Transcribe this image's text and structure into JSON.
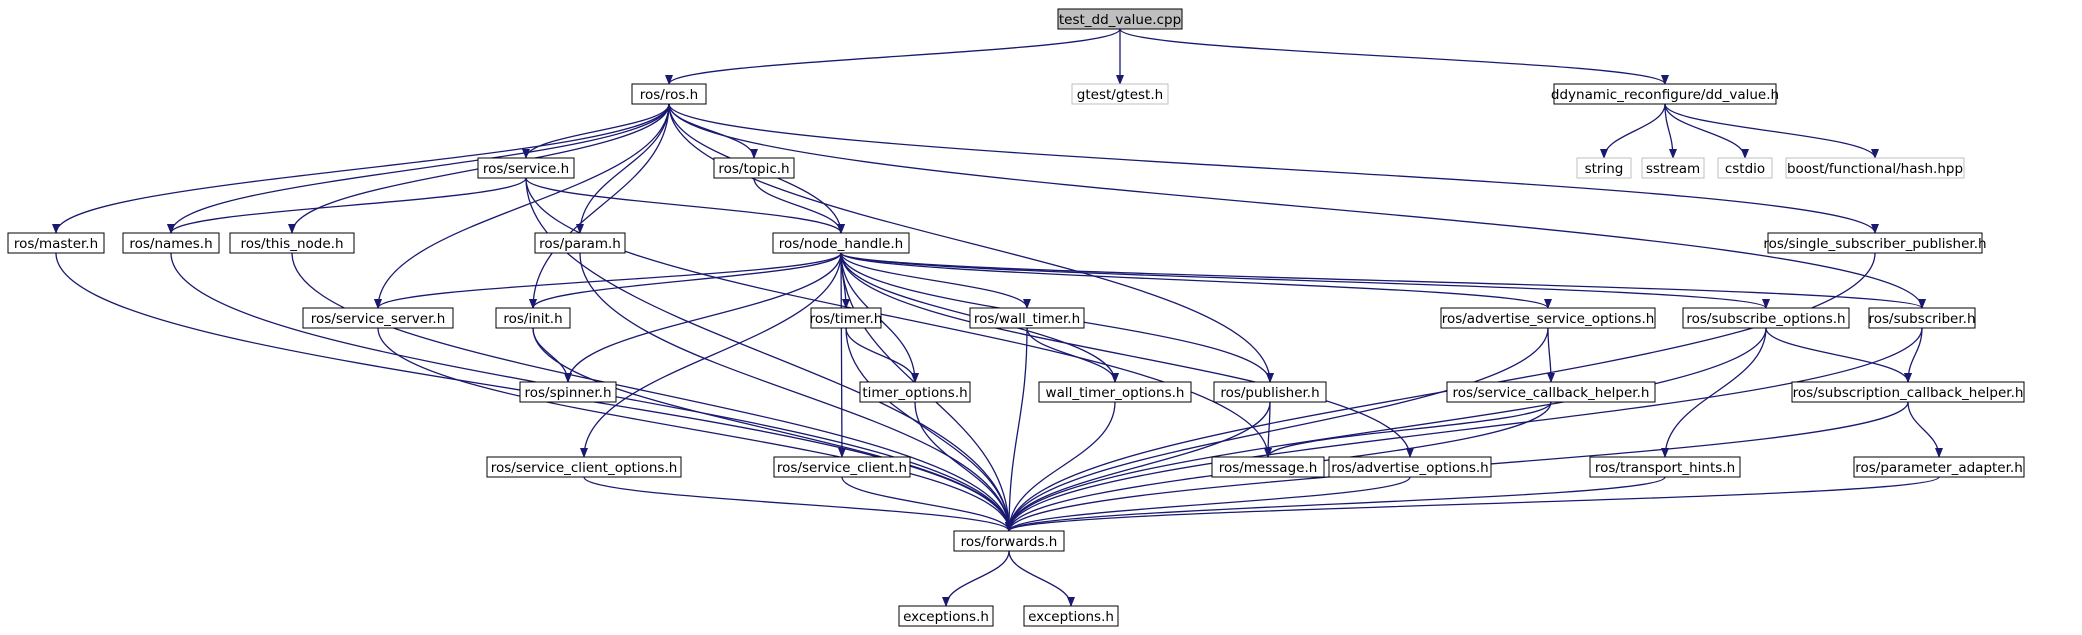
{
  "diagram": {
    "colors": {
      "edge": "#191970",
      "node_border": "#000000",
      "external_border": "#bfbfbf",
      "root_fill": "#bfbfbf",
      "node_fill": "#ffffff",
      "text": "#000000"
    },
    "nodes": [
      {
        "id": "test_dd_value",
        "label": "test_dd_value.cpp",
        "kind": "root"
      },
      {
        "id": "ros_ros",
        "label": "ros/ros.h",
        "kind": "file"
      },
      {
        "id": "gtest",
        "label": "gtest/gtest.h",
        "kind": "external"
      },
      {
        "id": "dd_value",
        "label": "ddynamic_reconfigure/dd_value.h",
        "kind": "file"
      },
      {
        "id": "string",
        "label": "string",
        "kind": "external"
      },
      {
        "id": "sstream",
        "label": "sstream",
        "kind": "external"
      },
      {
        "id": "cstdio",
        "label": "cstdio",
        "kind": "external"
      },
      {
        "id": "boost_hash",
        "label": "boost/functional/hash.hpp",
        "kind": "external"
      },
      {
        "id": "ros_service",
        "label": "ros/service.h",
        "kind": "file"
      },
      {
        "id": "ros_topic",
        "label": "ros/topic.h",
        "kind": "file"
      },
      {
        "id": "ros_master",
        "label": "ros/master.h",
        "kind": "file"
      },
      {
        "id": "ros_names",
        "label": "ros/names.h",
        "kind": "file"
      },
      {
        "id": "ros_this_node",
        "label": "ros/this_node.h",
        "kind": "file"
      },
      {
        "id": "ros_param",
        "label": "ros/param.h",
        "kind": "file"
      },
      {
        "id": "ros_node_handle",
        "label": "ros/node_handle.h",
        "kind": "file"
      },
      {
        "id": "ros_ssp",
        "label": "ros/single_subscriber_publisher.h",
        "kind": "file"
      },
      {
        "id": "ros_service_server",
        "label": "ros/service_server.h",
        "kind": "file"
      },
      {
        "id": "ros_init",
        "label": "ros/init.h",
        "kind": "file"
      },
      {
        "id": "ros_timer",
        "label": "ros/timer.h",
        "kind": "file"
      },
      {
        "id": "ros_wall_timer",
        "label": "ros/wall_timer.h",
        "kind": "file"
      },
      {
        "id": "ros_aso",
        "label": "ros/advertise_service_options.h",
        "kind": "file"
      },
      {
        "id": "ros_subscribe_options",
        "label": "ros/subscribe_options.h",
        "kind": "file"
      },
      {
        "id": "ros_subscriber",
        "label": "ros/subscriber.h",
        "kind": "file"
      },
      {
        "id": "ros_spinner",
        "label": "ros/spinner.h",
        "kind": "file"
      },
      {
        "id": "timer_options",
        "label": "timer_options.h",
        "kind": "file"
      },
      {
        "id": "wall_timer_options",
        "label": "wall_timer_options.h",
        "kind": "file"
      },
      {
        "id": "ros_publisher",
        "label": "ros/publisher.h",
        "kind": "file"
      },
      {
        "id": "ros_sch",
        "label": "ros/service_callback_helper.h",
        "kind": "file"
      },
      {
        "id": "ros_subch",
        "label": "ros/subscription_callback_helper.h",
        "kind": "file"
      },
      {
        "id": "ros_sco",
        "label": "ros/service_client_options.h",
        "kind": "file"
      },
      {
        "id": "ros_service_client",
        "label": "ros/service_client.h",
        "kind": "file"
      },
      {
        "id": "ros_message",
        "label": "ros/message.h",
        "kind": "file"
      },
      {
        "id": "ros_advertise_options",
        "label": "ros/advertise_options.h",
        "kind": "file"
      },
      {
        "id": "ros_transport_hints",
        "label": "ros/transport_hints.h",
        "kind": "file"
      },
      {
        "id": "ros_parameter_adapter",
        "label": "ros/parameter_adapter.h",
        "kind": "file"
      },
      {
        "id": "ros_forwards",
        "label": "ros/forwards.h",
        "kind": "file"
      },
      {
        "id": "exceptions1",
        "label": "exceptions.h",
        "kind": "file"
      },
      {
        "id": "exceptions2",
        "label": "exceptions.h",
        "kind": "file"
      }
    ],
    "edges": [
      {
        "from": "test_dd_value",
        "to": "ros_ros"
      },
      {
        "from": "test_dd_value",
        "to": "gtest"
      },
      {
        "from": "test_dd_value",
        "to": "dd_value"
      },
      {
        "from": "dd_value",
        "to": "string"
      },
      {
        "from": "dd_value",
        "to": "sstream"
      },
      {
        "from": "dd_value",
        "to": "cstdio"
      },
      {
        "from": "dd_value",
        "to": "boost_hash"
      },
      {
        "from": "ros_ros",
        "to": "ros_master"
      },
      {
        "from": "ros_ros",
        "to": "ros_names"
      },
      {
        "from": "ros_ros",
        "to": "ros_this_node"
      },
      {
        "from": "ros_ros",
        "to": "ros_service"
      },
      {
        "from": "ros_ros",
        "to": "ros_topic"
      },
      {
        "from": "ros_ros",
        "to": "ros_param"
      },
      {
        "from": "ros_ros",
        "to": "ros_node_handle"
      },
      {
        "from": "ros_ros",
        "to": "ros_service_server"
      },
      {
        "from": "ros_ros",
        "to": "ros_init"
      },
      {
        "from": "ros_ros",
        "to": "ros_publisher"
      },
      {
        "from": "ros_ros",
        "to": "ros_subscriber"
      },
      {
        "from": "ros_ros",
        "to": "ros_ssp"
      },
      {
        "from": "ros_service",
        "to": "ros_names"
      },
      {
        "from": "ros_service",
        "to": "ros_node_handle"
      },
      {
        "from": "ros_service",
        "to": "ros_forwards"
      },
      {
        "from": "ros_service",
        "to": "ros_message"
      },
      {
        "from": "ros_topic",
        "to": "ros_node_handle"
      },
      {
        "from": "ros_master",
        "to": "ros_forwards"
      },
      {
        "from": "ros_names",
        "to": "ros_forwards"
      },
      {
        "from": "ros_this_node",
        "to": "ros_forwards"
      },
      {
        "from": "ros_param",
        "to": "ros_forwards"
      },
      {
        "from": "ros_ssp",
        "to": "ros_forwards"
      },
      {
        "from": "ros_node_handle",
        "to": "ros_service_server"
      },
      {
        "from": "ros_node_handle",
        "to": "ros_init"
      },
      {
        "from": "ros_node_handle",
        "to": "ros_spinner"
      },
      {
        "from": "ros_node_handle",
        "to": "ros_sco"
      },
      {
        "from": "ros_node_handle",
        "to": "ros_forwards"
      },
      {
        "from": "ros_node_handle",
        "to": "ros_service_client"
      },
      {
        "from": "ros_node_handle",
        "to": "ros_timer"
      },
      {
        "from": "ros_node_handle",
        "to": "timer_options"
      },
      {
        "from": "ros_node_handle",
        "to": "ros_wall_timer"
      },
      {
        "from": "ros_node_handle",
        "to": "wall_timer_options"
      },
      {
        "from": "ros_node_handle",
        "to": "ros_publisher"
      },
      {
        "from": "ros_node_handle",
        "to": "ros_advertise_options"
      },
      {
        "from": "ros_node_handle",
        "to": "ros_aso"
      },
      {
        "from": "ros_node_handle",
        "to": "ros_subscribe_options"
      },
      {
        "from": "ros_node_handle",
        "to": "ros_subscriber"
      },
      {
        "from": "ros_service_server",
        "to": "ros_forwards"
      },
      {
        "from": "ros_init",
        "to": "ros_spinner"
      },
      {
        "from": "ros_init",
        "to": "ros_forwards"
      },
      {
        "from": "ros_timer",
        "to": "timer_options"
      },
      {
        "from": "ros_timer",
        "to": "ros_forwards"
      },
      {
        "from": "ros_wall_timer",
        "to": "wall_timer_options"
      },
      {
        "from": "ros_wall_timer",
        "to": "ros_forwards"
      },
      {
        "from": "timer_options",
        "to": "ros_forwards"
      },
      {
        "from": "wall_timer_options",
        "to": "ros_forwards"
      },
      {
        "from": "ros_publisher",
        "to": "ros_message"
      },
      {
        "from": "ros_publisher",
        "to": "ros_forwards"
      },
      {
        "from": "ros_aso",
        "to": "ros_sch"
      },
      {
        "from": "ros_aso",
        "to": "ros_forwards"
      },
      {
        "from": "ros_sch",
        "to": "ros_message"
      },
      {
        "from": "ros_sch",
        "to": "ros_forwards"
      },
      {
        "from": "ros_subscribe_options",
        "to": "ros_transport_hints"
      },
      {
        "from": "ros_subscribe_options",
        "to": "ros_subch"
      },
      {
        "from": "ros_subscribe_options",
        "to": "ros_forwards"
      },
      {
        "from": "ros_subscriber",
        "to": "ros_subch"
      },
      {
        "from": "ros_subscriber",
        "to": "ros_forwards"
      },
      {
        "from": "ros_subch",
        "to": "ros_parameter_adapter"
      },
      {
        "from": "ros_subch",
        "to": "ros_forwards"
      },
      {
        "from": "ros_sco",
        "to": "ros_forwards"
      },
      {
        "from": "ros_service_client",
        "to": "ros_forwards"
      },
      {
        "from": "ros_advertise_options",
        "to": "ros_forwards"
      },
      {
        "from": "ros_transport_hints",
        "to": "ros_forwards"
      },
      {
        "from": "ros_parameter_adapter",
        "to": "ros_forwards"
      },
      {
        "from": "ros_forwards",
        "to": "exceptions1"
      },
      {
        "from": "ros_forwards",
        "to": "exceptions2"
      }
    ]
  }
}
